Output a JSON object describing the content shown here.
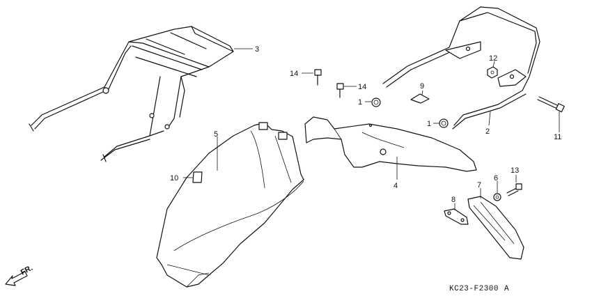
{
  "diagram": {
    "code": "KC23-F2300",
    "code_suffix": "A",
    "direction_label": "FR.",
    "callouts": [
      {
        "id": "3",
        "label": "3"
      },
      {
        "id": "14a",
        "label": "14"
      },
      {
        "id": "14b",
        "label": "14"
      },
      {
        "id": "1a",
        "label": "1"
      },
      {
        "id": "1b",
        "label": "1"
      },
      {
        "id": "9",
        "label": "9"
      },
      {
        "id": "12",
        "label": "12"
      },
      {
        "id": "2",
        "label": "2"
      },
      {
        "id": "11",
        "label": "11"
      },
      {
        "id": "5",
        "label": "5"
      },
      {
        "id": "4",
        "label": "4"
      },
      {
        "id": "10",
        "label": "10"
      },
      {
        "id": "13",
        "label": "13"
      },
      {
        "id": "6",
        "label": "6"
      },
      {
        "id": "7",
        "label": "7"
      },
      {
        "id": "8",
        "label": "8"
      }
    ]
  }
}
